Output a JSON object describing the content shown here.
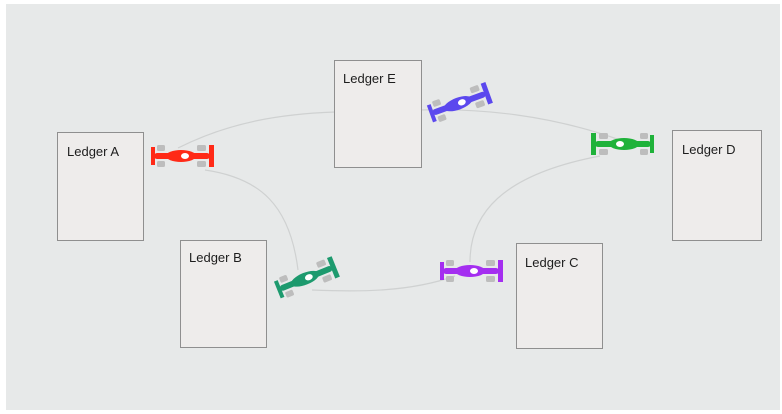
{
  "ledgers": {
    "a": {
      "label": "Ledger A"
    },
    "b": {
      "label": "Ledger B"
    },
    "c": {
      "label": "Ledger C"
    },
    "d": {
      "label": "Ledger D"
    },
    "e": {
      "label": "Ledger E"
    }
  },
  "cars": [
    {
      "name": "red-race-car-icon",
      "color": "#ff2a17"
    },
    {
      "name": "teal-race-car-icon",
      "color": "#1d9a6e"
    },
    {
      "name": "purple-race-car-icon",
      "color": "#a42ef0"
    },
    {
      "name": "green-race-car-icon",
      "color": "#1fb23a"
    },
    {
      "name": "blue-race-car-icon",
      "color": "#5b48ee"
    }
  ],
  "colors": {
    "background": "#e7e9e9",
    "ledger_fill": "#eeeceb",
    "ledger_border": "#8f8f8f",
    "track_line": "#cfd1d1"
  }
}
